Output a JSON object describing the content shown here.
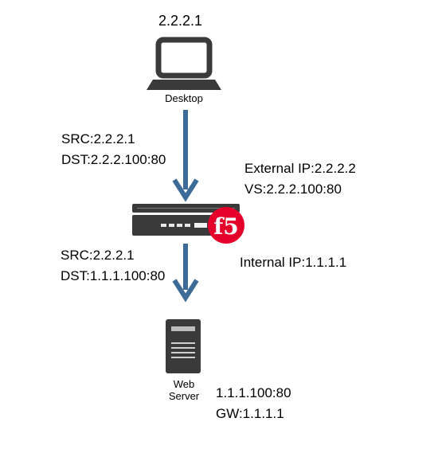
{
  "desktop": {
    "ip": "2.2.2.1",
    "label": "Desktop"
  },
  "flow_in": {
    "src": "SRC:2.2.2.1",
    "dst": "DST:2.2.2.100:80"
  },
  "f5": {
    "logo_text": "f5",
    "external_ip": "External IP:2.2.2.2",
    "vs": "VS:2.2.2.100:80",
    "internal_ip": "Internal IP:1.1.1.1"
  },
  "flow_out": {
    "src": "SRC:2.2.2.1",
    "dst": "DST:1.1.1.100:80"
  },
  "server": {
    "label_line1": "Web",
    "label_line2": "Server",
    "address": "1.1.1.100:80",
    "gw": "GW:1.1.1.1"
  },
  "colors": {
    "arrow": "#3c6b97",
    "device": "#3a3a3a",
    "f5_red": "#e4002b"
  }
}
